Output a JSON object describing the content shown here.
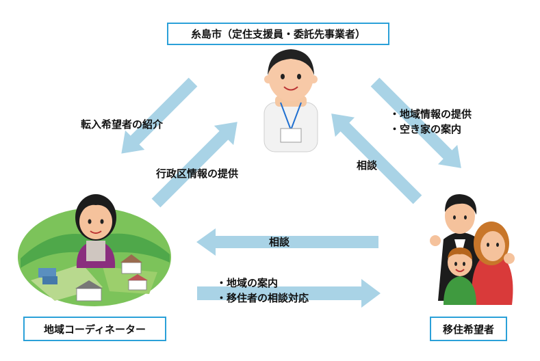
{
  "nodes": {
    "city": "糸島市（定住支援員・委託先事業者）",
    "coordinator": "地域コーディネーター",
    "migrant": "移住希望者"
  },
  "edges": {
    "city_to_coordinator": "転入希望者の紹介",
    "coordinator_to_city": "行政区情報の提供",
    "city_to_migrant": [
      "・地域情報の提供",
      "・空き家の案内"
    ],
    "migrant_to_city": "相談",
    "migrant_to_coordinator": "相談",
    "coordinator_to_migrant": [
      "・地域の案内",
      "・移住者の相談対応"
    ]
  },
  "colors": {
    "box_border": "#2aa0d8",
    "arrow": "#a9d3e6"
  }
}
